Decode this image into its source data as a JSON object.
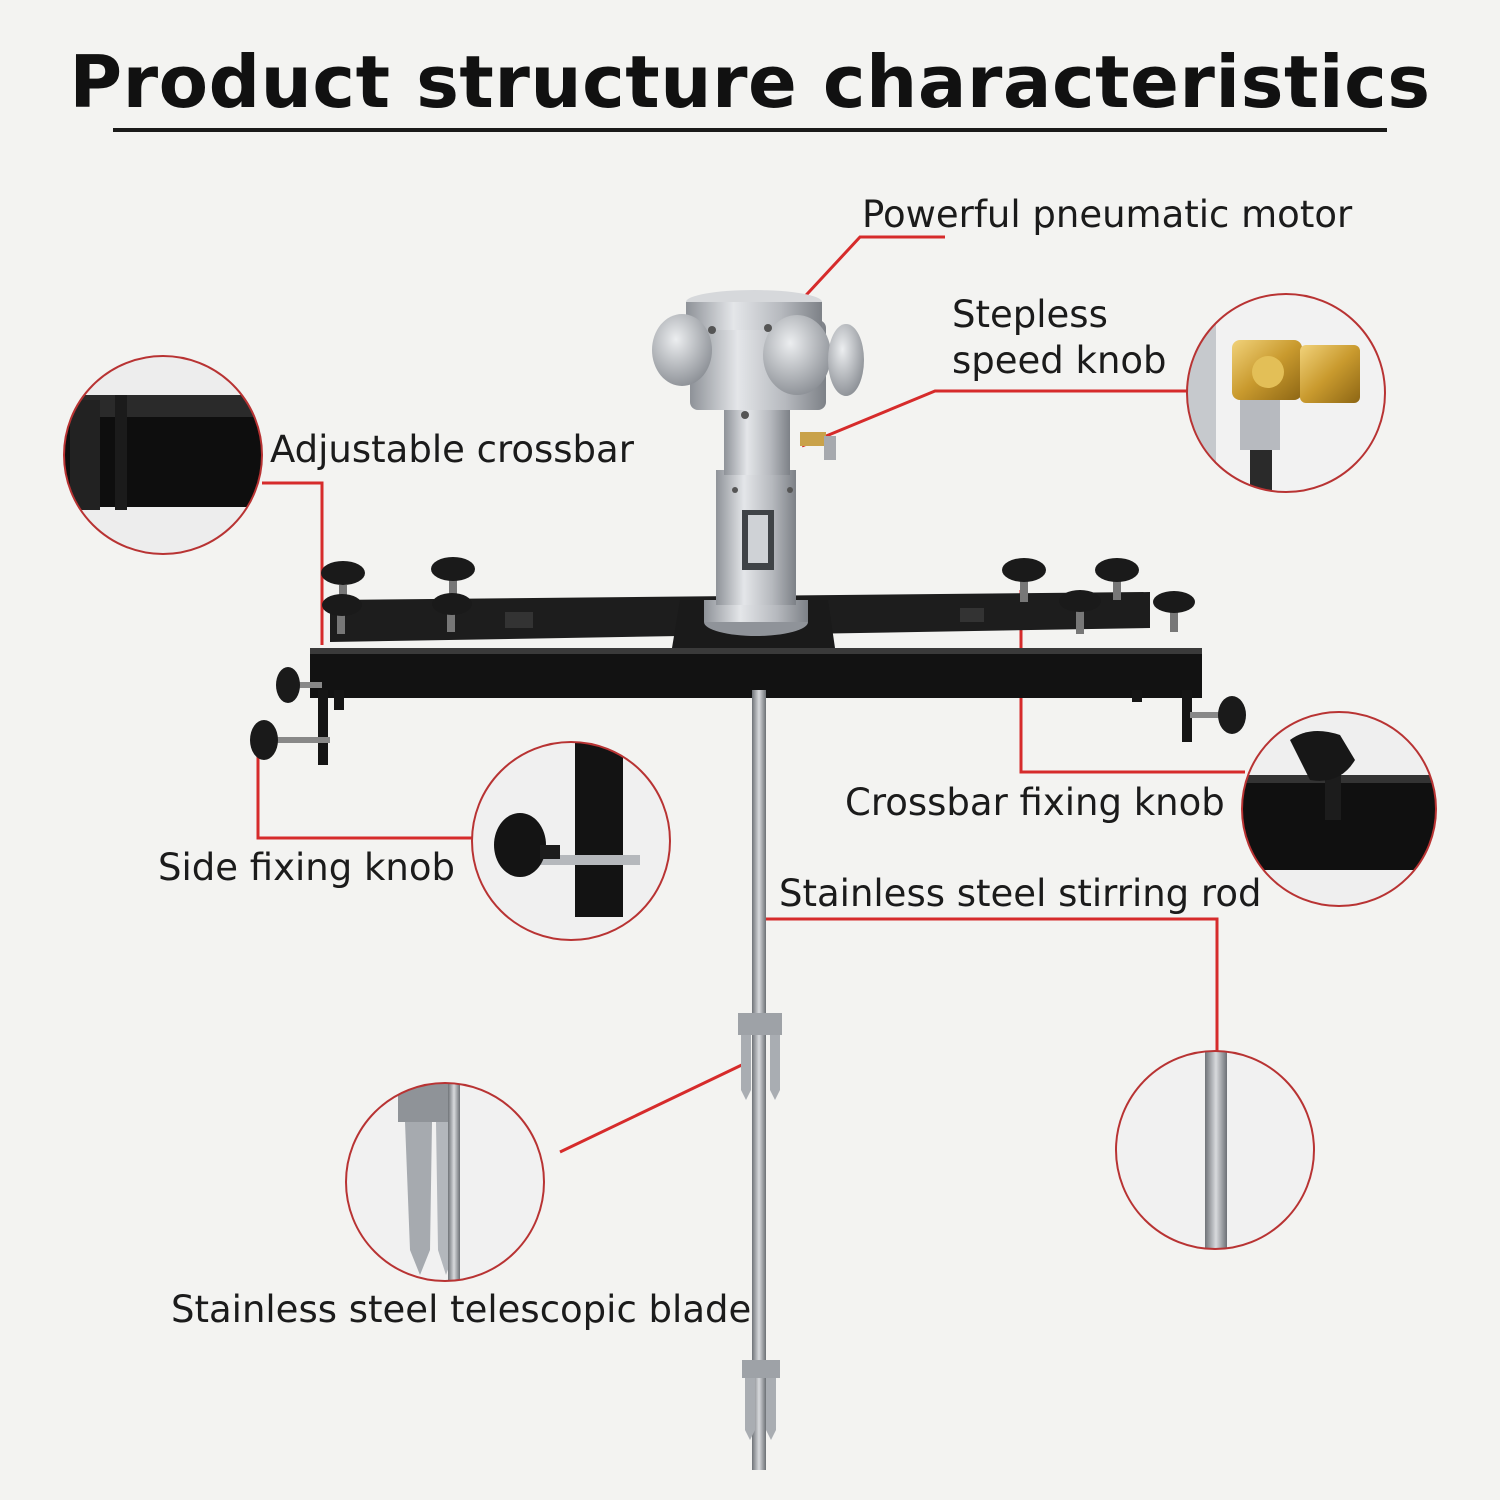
{
  "page": {
    "title": "Product structure characteristics"
  },
  "labels": {
    "motor": "Powerful pneumatic motor",
    "speed_knob_line1": "Stepless",
    "speed_knob_line2": "speed knob",
    "crossbar": "Adjustable crossbar",
    "crossbar_fixing_knob": "Crossbar fixing knob",
    "side_fixing_knob": "Side fixing knob",
    "stirring_rod": "Stainless steel stirring rod",
    "telescopic_blade": "Stainless steel telescopic blade"
  },
  "colors": {
    "background": "#f3f3f1",
    "leader_line": "#d62b2b",
    "title": "#111111",
    "frame": "#111111",
    "metal": "#b9bcc1"
  }
}
